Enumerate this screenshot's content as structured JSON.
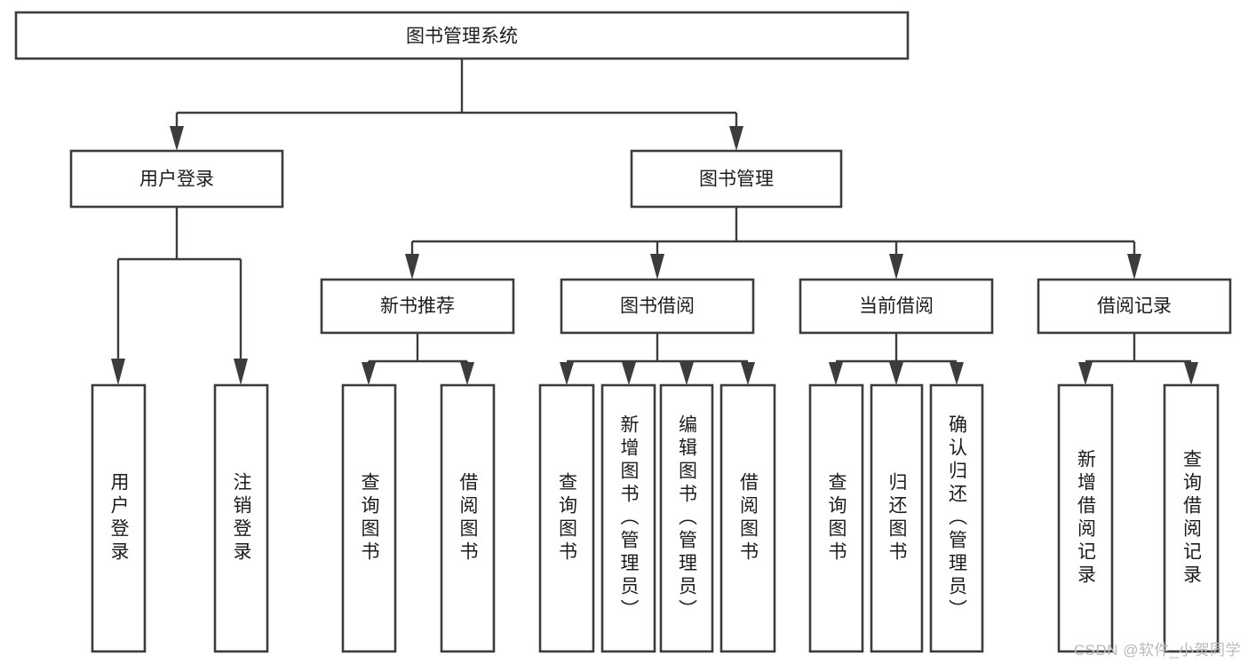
{
  "diagram": {
    "type": "tree",
    "title": "图书管理系统",
    "root": {
      "label": "图书管理系统",
      "orientation": "horizontal"
    },
    "level2": [
      {
        "label": "用户登录"
      },
      {
        "label": "图书管理"
      }
    ],
    "level3": [
      {
        "label": "新书推荐"
      },
      {
        "label": "图书借阅"
      },
      {
        "label": "当前借阅"
      },
      {
        "label": "借阅记录"
      }
    ],
    "leaves": {
      "user_login": [
        {
          "label": "用户登录"
        },
        {
          "label": "注销登录"
        }
      ],
      "new_book_recommend": [
        {
          "label": "查询图书"
        },
        {
          "label": "借阅图书"
        }
      ],
      "book_borrow": [
        {
          "label": "查询图书"
        },
        {
          "label": "新增图书（管理员）"
        },
        {
          "label": "编辑图书（管理员）"
        },
        {
          "label": "借阅图书"
        }
      ],
      "current_borrow": [
        {
          "label": "查询图书"
        },
        {
          "label": "归还图书"
        },
        {
          "label": "确认归还（管理员）"
        }
      ],
      "borrow_record": [
        {
          "label": "新增借阅记录"
        },
        {
          "label": "查询借阅记录"
        }
      ]
    }
  },
  "watermark": {
    "text": "CSDN @软件_小贺同学"
  },
  "colors": {
    "stroke": "#3c3c3c",
    "fill": "#ffffff",
    "text": "#1c1c1c",
    "watermark": "#b9b9b9"
  }
}
